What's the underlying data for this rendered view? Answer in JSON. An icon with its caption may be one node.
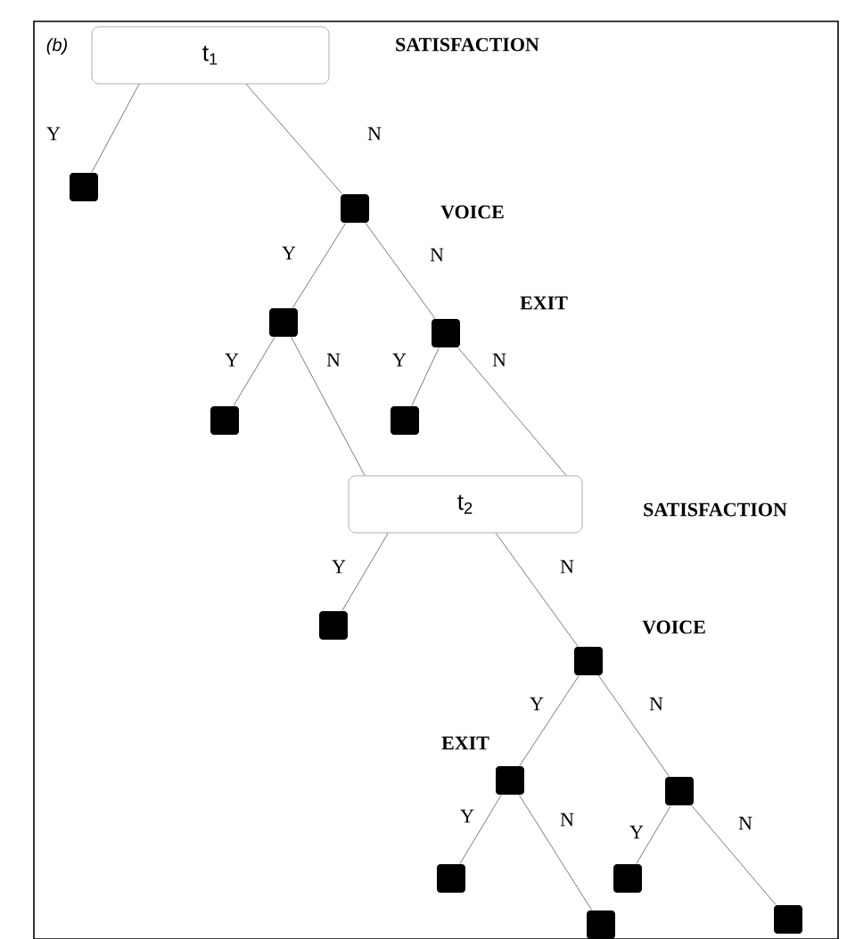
{
  "diagram": {
    "nodes": [
      {
        "text": [
          "t$_{1}$"
        ],
        "beside": [
          "SATISFACTION"
        ]
      },
      {
        "text": [],
        "shape": "box"
      },
      {
        "text": [],
        "shape": "box",
        "beside": [
          "VOICE"
        ]
      },
      {
        "text": [],
        "shape": "box"
      },
      {
        "text": [],
        "shape": "box",
        "beside": [
          "EXIT"
        ]
      },
      {
        "text": [],
        "shape": "box"
      },
      {
        "text": [],
        "shape": "box"
      },
      {
        "text": [
          "t$_{2}$"
        ],
        "beside": [
          "SATISFACTION"
        ]
      },
      {
        "text": [],
        "shape": "box"
      },
      {
        "text": [],
        "shape": "box",
        "beside": [
          "VOICE"
        ]
      },
      {
        "text": [],
        "shape": "box",
        "beside": [
          "EXIT"
        ]
      },
      {
        "text": [],
        "shape": "box"
      },
      {
        "text": [],
        "shape": "box"
      },
      {
        "text": [],
        "shape": "box"
      },
      {
        "text": [],
        "shape": "box"
      },
      {
        "text": [],
        "shape": "box"
      }
    ],
    "edges": [
      {
        "from": 0,
        "to": 1,
        "arrow": "none",
        "label": "Y"
      },
      {
        "from": 0,
        "to": 2,
        "arrow": "none",
        "label": "N"
      },
      {
        "from": 2,
        "to": 3,
        "arrow": "none",
        "label": "Y"
      },
      {
        "from": 2,
        "to": 4,
        "arrow": "none",
        "label": "N"
      },
      {
        "from": 3,
        "to": 5,
        "arrow": "none",
        "label": "Y"
      },
      {
        "from": 3,
        "to": 7,
        "arrow": "none",
        "label": "N"
      },
      {
        "from": 4,
        "to": 6,
        "arrow": "none",
        "label": "Y"
      },
      {
        "from": 4,
        "to": 7,
        "arrow": "none",
        "label": "N"
      },
      {
        "from": 7,
        "to": 8,
        "arrow": "none",
        "label": "Y"
      },
      {
        "from": 7,
        "to": 9,
        "arrow": "none",
        "label": "N"
      },
      {
        "from": 9,
        "to": 10,
        "arrow": "none",
        "label": "Y"
      },
      {
        "from": 9,
        "to": 11,
        "arrow": "none",
        "label": "N"
      },
      {
        "from": 10,
        "to": 12,
        "arrow": "none",
        "label": "Y"
      },
      {
        "from": 10,
        "to": 14,
        "arrow": "none",
        "label": "N"
      },
      {
        "from": 11,
        "to": 13,
        "arrow": "none",
        "label": "Y"
      },
      {
        "from": 11,
        "to": 15,
        "arrow": "none",
        "label": "N"
      }
    ],
    "labels": [
      "(b)"
    ]
  }
}
